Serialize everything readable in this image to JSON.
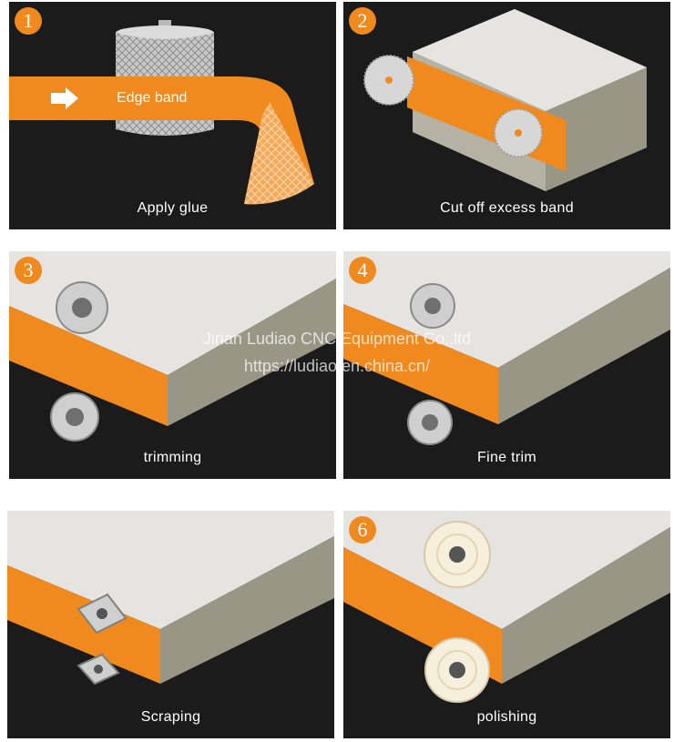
{
  "colors": {
    "panel_bg": "#1b1b1b",
    "accent": "#f08a1f",
    "board": "#e6e4e1",
    "board_edge": "#9a9686"
  },
  "steps": [
    {
      "number": "1",
      "caption": "Apply glue",
      "band_label": "Edge band"
    },
    {
      "number": "2",
      "caption": "Cut off excess band"
    },
    {
      "number": "3",
      "caption": "trimming"
    },
    {
      "number": "4",
      "caption": "Fine trim"
    },
    {
      "number": "",
      "caption": "Scraping"
    },
    {
      "number": "6",
      "caption": "polishing"
    }
  ],
  "watermark": {
    "line1": "Jinan Ludiao CNC Equipment Co.,ltd",
    "line2": "https://ludiao.en.china.cn/"
  }
}
